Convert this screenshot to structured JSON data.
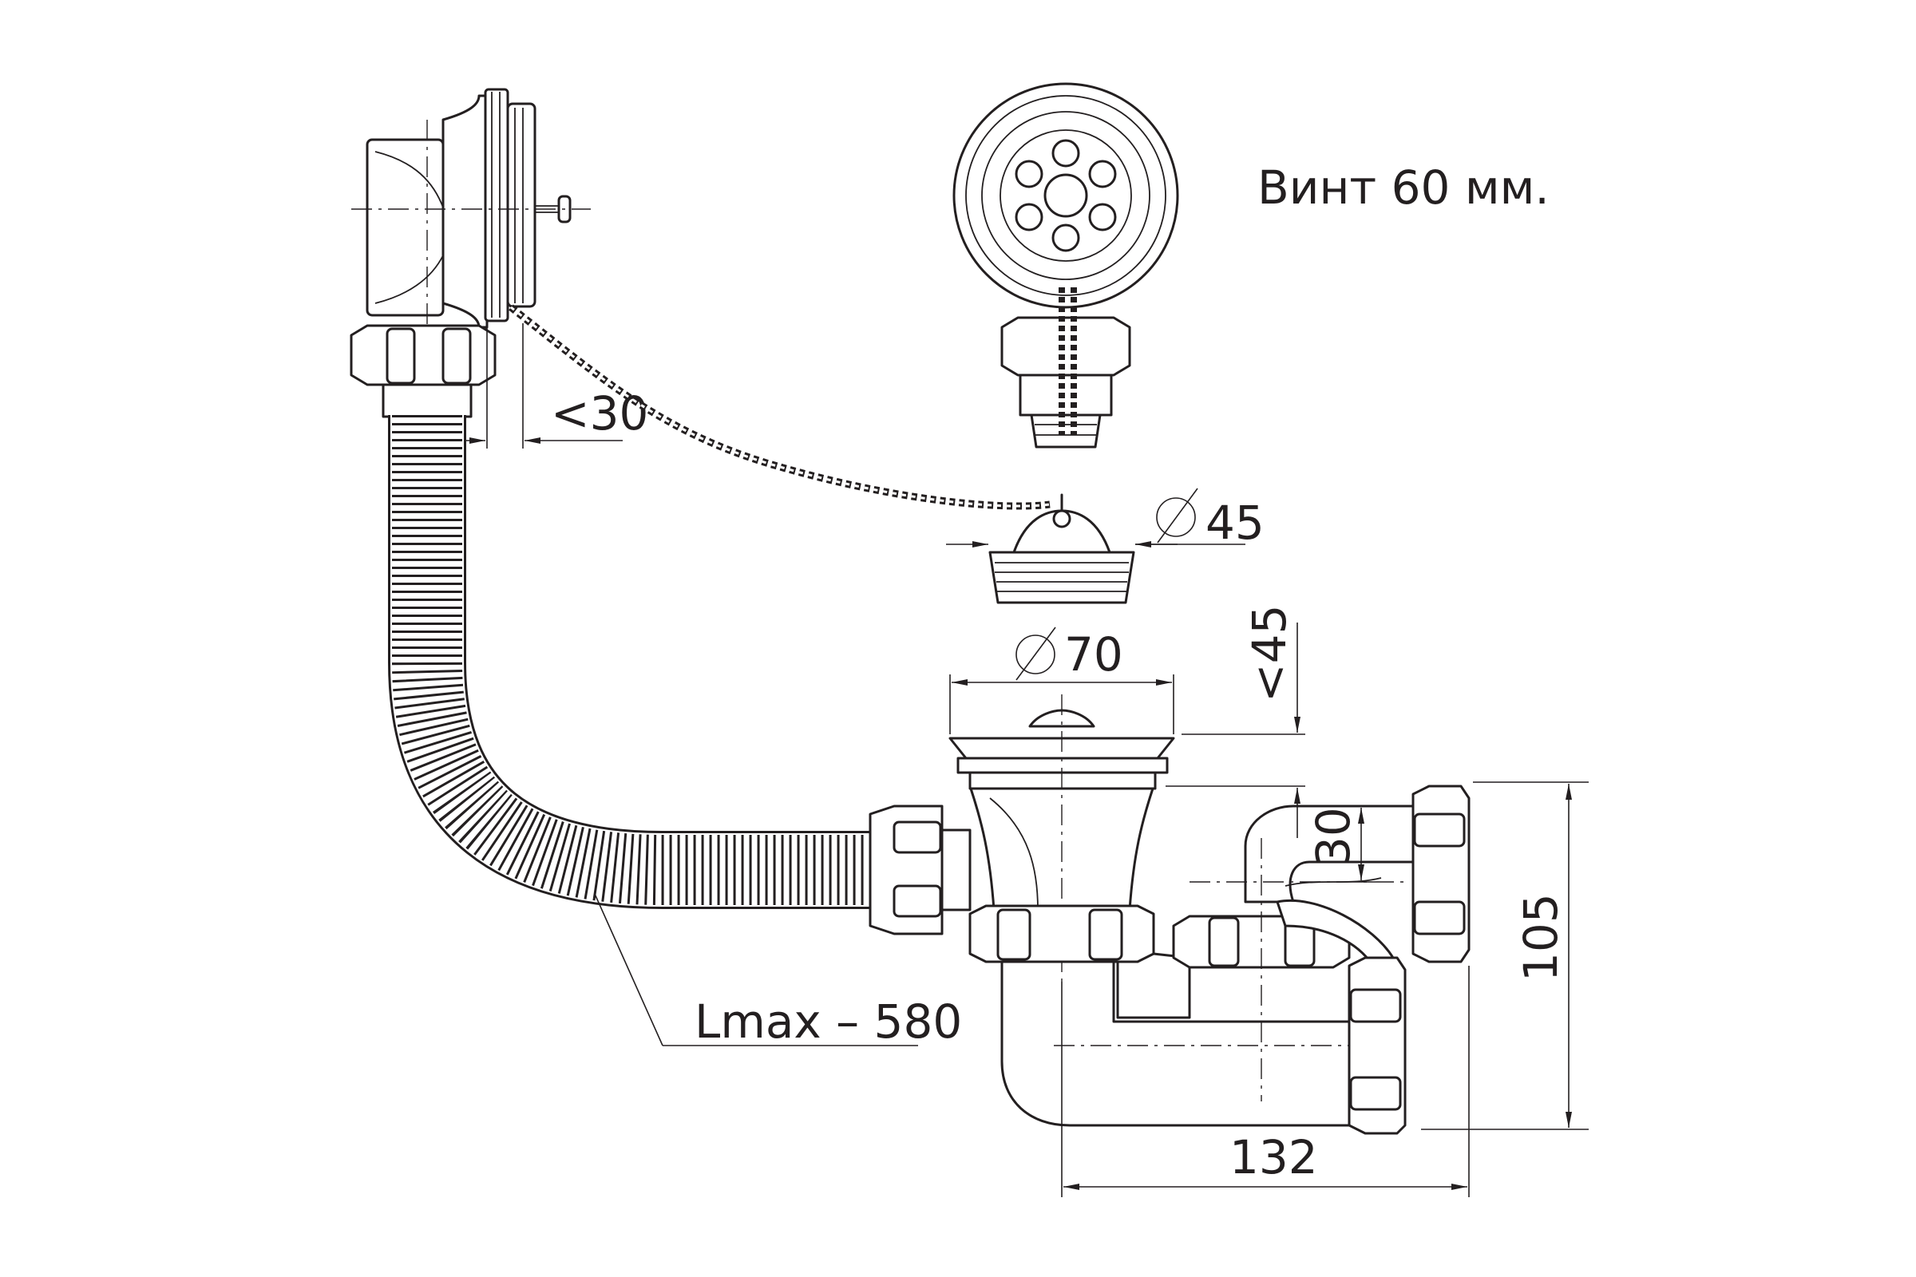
{
  "labels": {
    "screw_note": "Винт 60 мм.",
    "overflow_offset": "<30",
    "plug_diameter": "45",
    "drain_diameter": "70",
    "plug_height": "<45",
    "elbow_drop": "30",
    "overall_height": "105",
    "overall_length": "132",
    "hose_length": "Lmax – 580"
  },
  "icons": {
    "diameter_symbol": "diameter-icon"
  }
}
